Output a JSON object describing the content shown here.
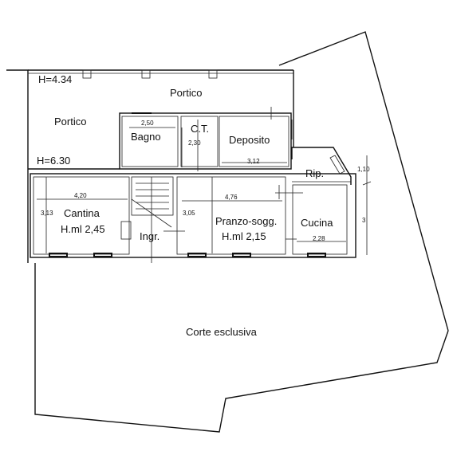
{
  "rooms": {
    "portico_top": "Portico",
    "portico_left": "Portico",
    "height_top": "H=4.34",
    "height_left": "H=6.30",
    "bagno": "Bagno",
    "ct": "C.T.",
    "deposito": "Deposito",
    "rip": "Rip.",
    "cantina": "Cantina",
    "cantina_h": "H.ml 2,45",
    "ingr": "Ingr.",
    "pranzo": "Pranzo-sogg.",
    "pranzo_h": "H.ml 2,15",
    "cucina": "Cucina",
    "corte": "Corte esclusiva"
  },
  "dimensions": {
    "bagno_w": "2,50",
    "ct_h": "2,30",
    "deposito_w": "3,12",
    "cantina_w": "4,20",
    "cantina_h": "3,13",
    "pranzo_w": "4,76",
    "pranzo_h": "3,05",
    "cucina_w": "2,28",
    "side_top": "1,10",
    "side_bottom": "3"
  }
}
